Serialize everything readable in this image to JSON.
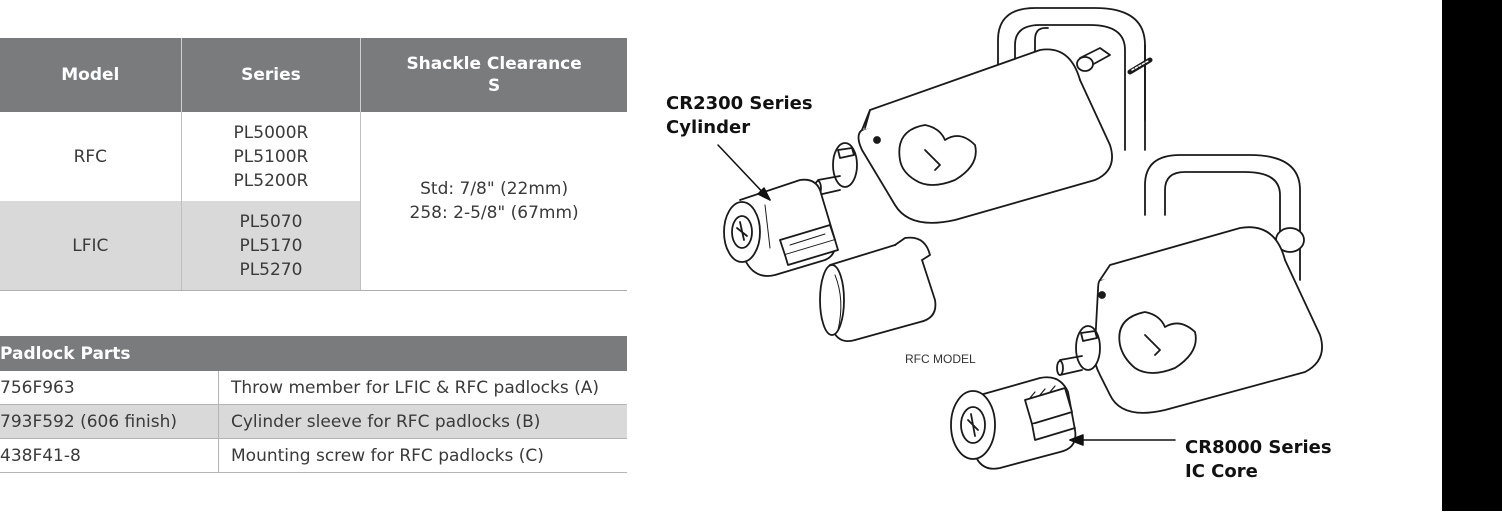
{
  "model_table": {
    "headers": [
      "Model",
      "Series",
      "Shackle Clearance\nS"
    ],
    "rows": [
      {
        "model": "RFC",
        "series": [
          "PL5000R",
          "PL5100R",
          "PL5200R"
        ]
      },
      {
        "model": "LFIC",
        "series": [
          "PL5070",
          "PL5170",
          "PL5270"
        ]
      }
    ],
    "clearance": [
      "Std: 7/8\" (22mm)",
      "258: 2-5/8\" (67mm)"
    ]
  },
  "parts_table": {
    "title": "Padlock Parts",
    "rows": [
      {
        "part": "756F963",
        "description": "Throw member for LFIC & RFC padlocks (A)"
      },
      {
        "part": "793F592 (606 finish)",
        "description": "Cylinder sleeve for RFC padlocks (B)"
      },
      {
        "part": "438F41-8",
        "description": "Mounting screw for RFC padlocks (C)"
      }
    ]
  },
  "illustration": {
    "callout_cylinder": [
      "CR2300 Series",
      "Cylinder"
    ],
    "label_rfc": "RFC MODEL",
    "callout_core": [
      "CR8000 Series",
      "IC Core"
    ]
  }
}
